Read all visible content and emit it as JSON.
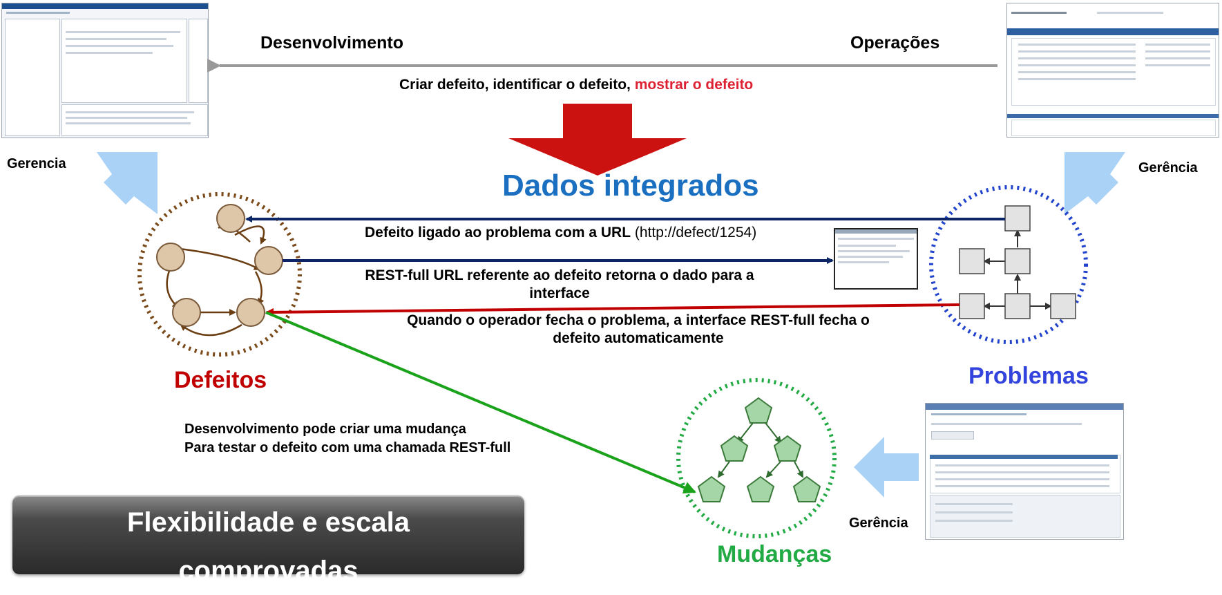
{
  "top": {
    "dev_label": "Desenvolvimento",
    "ops_label": "Operações",
    "criar_text": "Criar defeito, identificar o defeito,",
    "mostrar_text": "mostrar o defeito"
  },
  "side": {
    "gerencia_left": "Gerencia",
    "gerencia_right": "Gerência",
    "gerencia_bottom": "Gerência"
  },
  "center_title": "Dados integrados",
  "flows": {
    "link_bold": "Defeito ligado ao problema com  a URL",
    "link_url": "(http://defect/1254)",
    "rest_line1": "REST-full URL referente ao defeito retorna  o dado para a",
    "rest_line2": "interface",
    "close_line1": "Quando o operador fecha o problema, a interface REST-full fecha o",
    "close_line2": "defeito automaticamente",
    "change_line1": "Desenvolvimento  pode criar uma mudança",
    "change_line2": "Para testar o defeito com uma chamada REST-full"
  },
  "groups": {
    "defeitos": "Defeitos",
    "problemas": "Problemas",
    "mudancas": "Mudanças"
  },
  "banner": {
    "line1": "Flexibilidade e escala",
    "line2": "comprovadas"
  },
  "colors": {
    "title_blue": "#1a6fc0",
    "red_label": "#c00000",
    "problems_blue": "#3344dd",
    "changes_green": "#22aa44",
    "navy_arrow": "#0b2566",
    "red_arrow": "#c00000",
    "green_arrow": "#1aa31a",
    "gray_arrow": "#999999",
    "light_blue_arrow": "#a9d2f6"
  }
}
